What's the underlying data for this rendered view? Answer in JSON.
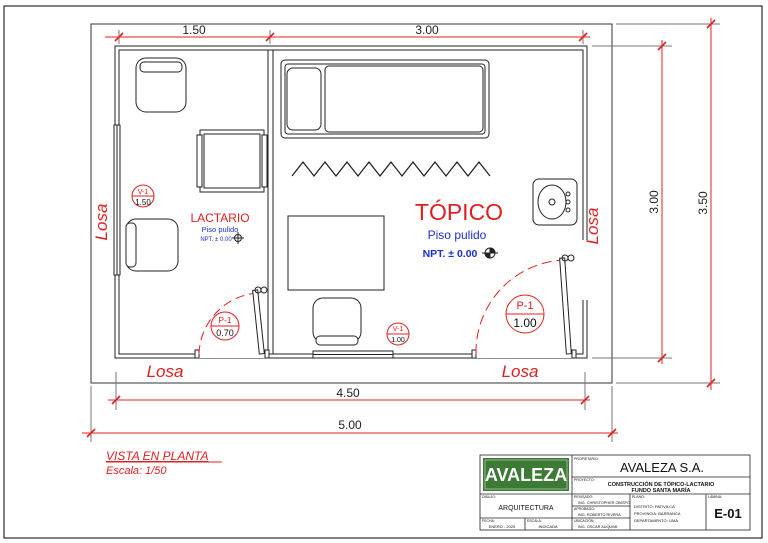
{
  "dimensions": {
    "top_left": "1.50",
    "top_right": "3.00",
    "bottom_inner": "4.50",
    "bottom_outer": "5.00",
    "right_inner": "3.00",
    "right_outer": "3.50"
  },
  "slab_labels": [
    "Losa",
    "Losa",
    "Losa",
    "Losa"
  ],
  "rooms": {
    "lactario": {
      "name": "LACTARIO",
      "floor": "Piso pulido",
      "level": "NPT. ± 0.00"
    },
    "topico": {
      "name": "TÓPICO",
      "floor": "Piso pulido",
      "level": "NPT. ± 0.00"
    }
  },
  "tags": {
    "window_left": {
      "code": "V-1",
      "value": "1.50"
    },
    "door_left": {
      "code": "P-1",
      "value": "0.70"
    },
    "window_bottom": {
      "code": "V-1",
      "value": "1.00"
    },
    "door_right": {
      "code": "P-1",
      "value": "1.00"
    }
  },
  "view": {
    "title": "VISTA EN PLANTA",
    "scale": "Escala: 1/50"
  },
  "title_block": {
    "logo": "AVALEZA",
    "company": "AVALEZA S.A.",
    "project_line1": "CONSTRUCCIÓN DE TÓPICO-LACTARIO",
    "project_line2": "FUNDO SANTA MARÍA",
    "tiny_labels": [
      "PROPIETARIO:",
      "PROYECTO:",
      "PLANO:",
      "DIBUJO:",
      "REVISADO:",
      "APROBADO:",
      "UBICACIÓN:",
      "FECHA:",
      "ESCALA:",
      "LÁMINA:"
    ],
    "discipline": "ARQUITECTURA",
    "drawn_by": "ING. CHRISTOPHER OBISPO",
    "reviewed_by": "ING. ROBERTO RIVERA",
    "approved_by": "ING. OSCAR AUQUIMI",
    "location": [
      "DISTRITO:   PATIVILCA",
      "PROVINCIA: BARRANCA",
      "DEPARTAMENTO: LIMA"
    ],
    "date": "ENERO - 2025",
    "scale": "INDICADA",
    "sheet": "E-01"
  }
}
